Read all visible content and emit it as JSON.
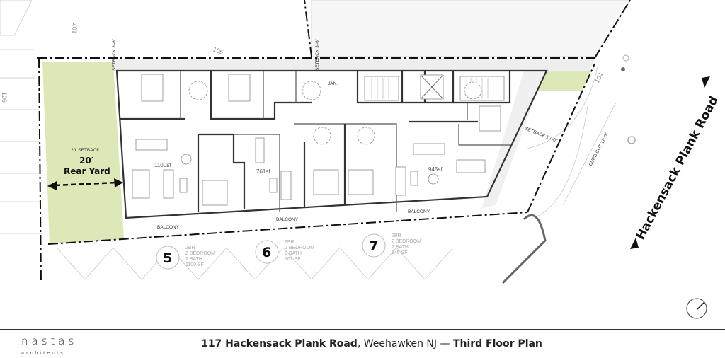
{
  "site": {
    "contours": [
      "105",
      "107",
      "106",
      "104"
    ],
    "rear_yard": {
      "distance": "20′",
      "label": "Rear Yard",
      "setback_note": "20' SETBACK"
    },
    "setback_top": "SETBACK 3'-6\"",
    "setback_front": "SETBACK 10'-0\"",
    "curb_cut": "CURB CUT 17'-0\"",
    "road_name": "Hackensack Plank Road",
    "janitor": "JAN.",
    "colors": {
      "yard_green": "#dde8b8",
      "setback_gray": "#eeeeee"
    }
  },
  "units": [
    {
      "number": "5",
      "type": "2BR",
      "bedrooms": "2 BEDROOM",
      "baths": "2 BATH",
      "area": "1100 SF",
      "plan_area": "1100sf",
      "balcony": "BALCONY"
    },
    {
      "number": "6",
      "type": "2BR",
      "bedrooms": "2 BEDROOM",
      "baths": "2 BATH",
      "area": "761 SF",
      "plan_area": "761sf",
      "balcony": "BALCONY"
    },
    {
      "number": "7",
      "type": "2BR",
      "bedrooms": "2 BEDROOM",
      "baths": "2 BATH",
      "area": "945 SF",
      "plan_area": "945sf",
      "balcony": "BALCONY"
    }
  ],
  "footer": {
    "logo_name": "nastasi",
    "logo_sub": "architects",
    "address": "117 Hackensack Plank Road",
    "city": ", Weehawken NJ — ",
    "sheet": "Third Floor Plan"
  }
}
